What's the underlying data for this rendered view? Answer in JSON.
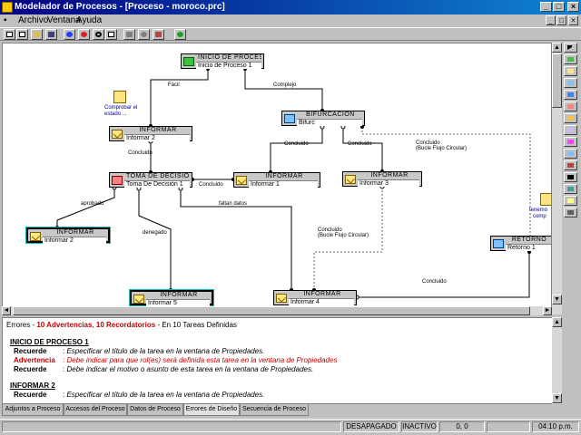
{
  "window": {
    "title": "Modelador de Procesos - [Proceso - moroco.prc]",
    "controls": [
      "_",
      "□",
      "×"
    ]
  },
  "menu": {
    "items": [
      "Archivo",
      "Ventana",
      "Ayuda"
    ],
    "mdi_controls": [
      "_",
      "□",
      "×"
    ]
  },
  "toolbar": {
    "buttons": [
      "new-icon",
      "open-icon",
      "folder-icon",
      "save-icon",
      "add-icon",
      "remove-icon",
      "search-icon",
      "properties-icon",
      "play-icon",
      "stop-icon",
      "pin-icon",
      "help-icon"
    ]
  },
  "diagram": {
    "nodes": [
      {
        "id": "inicio",
        "title": "INICIO DE PROCESO",
        "subtitle": "Inicio de Proceso 1"
      },
      {
        "id": "inf2",
        "title": "INFORMAR",
        "subtitle": "Informar 2"
      },
      {
        "id": "bif",
        "title": "BIFURCACION",
        "subtitle": "Bifurc"
      },
      {
        "id": "toma",
        "title": "TOMA DE DECISIÓN",
        "subtitle": "Toma De Decisión 1"
      },
      {
        "id": "inf1",
        "title": "INFORMAR",
        "subtitle": "Informar 1"
      },
      {
        "id": "inf3",
        "title": "INFORMAR",
        "subtitle": "Informar 3"
      },
      {
        "id": "infa",
        "title": "INFORMAR",
        "subtitle": "Informar 2"
      },
      {
        "id": "infb",
        "title": "INFORMAR",
        "subtitle": "Informar 5"
      },
      {
        "id": "inf4",
        "title": "INFORMAR",
        "subtitle": "Informar 4"
      },
      {
        "id": "ret",
        "title": "RETORNO",
        "subtitle": "Retorno 1"
      }
    ],
    "edge_labels": {
      "facil": "Fácil",
      "complejo": "Complejo",
      "concluido_inf2": "Concluido",
      "concluido_bif1": "Concluido",
      "concluido_bif2": "Concluido",
      "concluido_dashed": "Concluido",
      "bucle_dashed": "(Bucle Flujo Circular)",
      "concluido_toma": "Concluido",
      "aprobado": "aprobado",
      "denegado": "denegado",
      "faltan": "faltan datos",
      "concluido_inf3": "Concluido",
      "bucle_inf3": "(Bucle Flujo Circular)",
      "concluido_ret": "Concluido"
    },
    "notes": {
      "comprobar": "Comprobar el estado ...",
      "right_note_1": "tenemo",
      "right_note_2": "comp"
    }
  },
  "errors": {
    "label": "Errores",
    "dash": " -  ",
    "advertencias": "10 Advertencias",
    "sep": ",  ",
    "recordatorios": "10 Recordatorios",
    "suffix": "  -   En  10 Tareas Definidas",
    "sections": [
      {
        "title": "INICIO DE PROCESO 1",
        "rows": [
          {
            "kind": "Recuerde",
            "text": "Especificar el título de la tarea en la ventana de Propiedades."
          },
          {
            "kind": "Advertencia",
            "text": "Debe indicar para que rol(es) será definida esta tarea en la ventana de Propiedades"
          },
          {
            "kind": "Recuerde",
            "text": "Debe indicar el motivo o asunto de esta tarea en la ventana de Propiedades."
          }
        ]
      },
      {
        "title": "INFORMAR 2",
        "rows": [
          {
            "kind": "Recuerde",
            "text": "Especificar el título de la tarea en la ventana de Propiedades."
          }
        ]
      }
    ],
    "separator": ":"
  },
  "tabs": [
    "Adjuntos a Proceso",
    "Accesos del Proceso",
    "Datos de Proceso",
    "Errores de Diseño",
    "Secuencia de Proceso"
  ],
  "status": {
    "mode": "DESAPAGADO",
    "state": "INACTIVO",
    "coords": "0, 0",
    "time": "04:10 p.m."
  },
  "colors": {
    "title_start": "#000080",
    "title_end": "#1084d0",
    "selection": "#00c0c0",
    "error_red": "#c00000"
  }
}
